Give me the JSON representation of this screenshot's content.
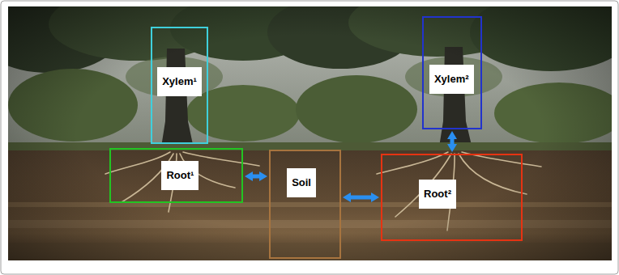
{
  "diagram": {
    "nodes": [
      {
        "text": [
          "Xylem¹"
        ]
      },
      {
        "text": [
          "Xylem²"
        ]
      },
      {
        "text": [
          "Root¹"
        ]
      },
      {
        "text": [
          "Soil"
        ]
      },
      {
        "text": [
          "Root²"
        ]
      }
    ],
    "edges": [
      {
        "from": 2,
        "to": 3,
        "arrow": "both"
      },
      {
        "from": 3,
        "to": 4,
        "arrow": "both"
      },
      {
        "from": 1,
        "to": 4,
        "arrow": "both"
      }
    ]
  }
}
